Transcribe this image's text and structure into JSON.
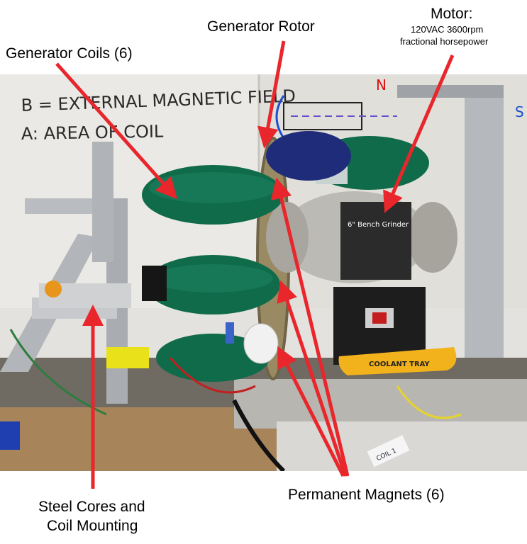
{
  "labels": {
    "generator_coils": "Generator Coils (6)",
    "generator_rotor": "Generator Rotor",
    "motor_title": "Motor:",
    "motor_spec_1": "120VAC 3600rpm",
    "motor_spec_2": "fractional horsepower",
    "steel_cores_1": "Steel Cores and",
    "steel_cores_2": "Coil Mounting",
    "permanent_magnets": "Permanent Magnets (6)"
  },
  "whiteboard_text": {
    "line_b": "B = EXTERNAL MAGNETIC FIELD",
    "line_a": "A: AREA OF COIL",
    "north": "N",
    "south": "S"
  },
  "device_text": {
    "grinder_label": "6\" Bench Grinder",
    "coolant_tray": "COOLANT TRAY",
    "coil_tag": "COIL 1"
  },
  "colors": {
    "arrow": "#e8262b",
    "coil_tape": "#0f6b4a",
    "whiteboard": "#e9e7e3",
    "wood": "#a8845a"
  }
}
